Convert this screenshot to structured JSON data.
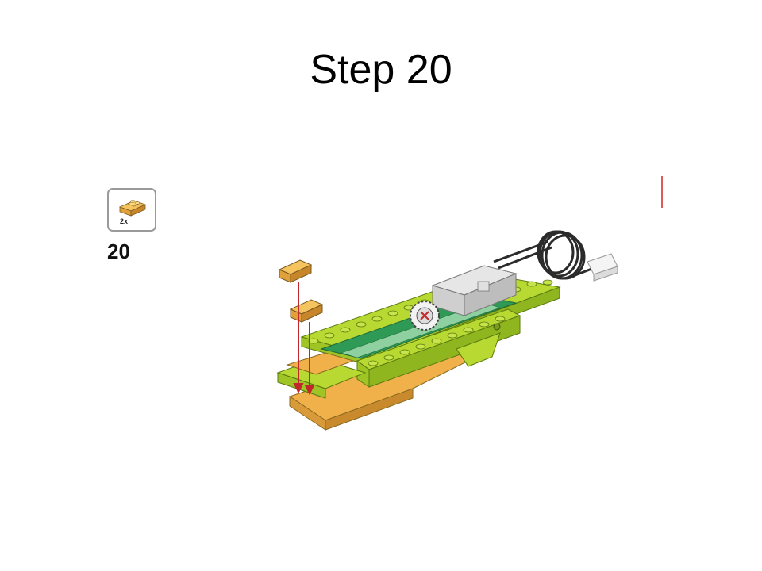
{
  "slide": {
    "title": "Step 20"
  },
  "parts_callout": {
    "quantity": "2x",
    "icon": "yellow-slope-brick-icon"
  },
  "step": {
    "number": "20"
  },
  "colors": {
    "lime": "#b8d832",
    "lime_dark": "#8fb51f",
    "orange": "#f0b04a",
    "green": "#2f9a55",
    "gray": "#c8c8c8",
    "cable": "#2b2b2b",
    "arrow": "#c0282c"
  }
}
